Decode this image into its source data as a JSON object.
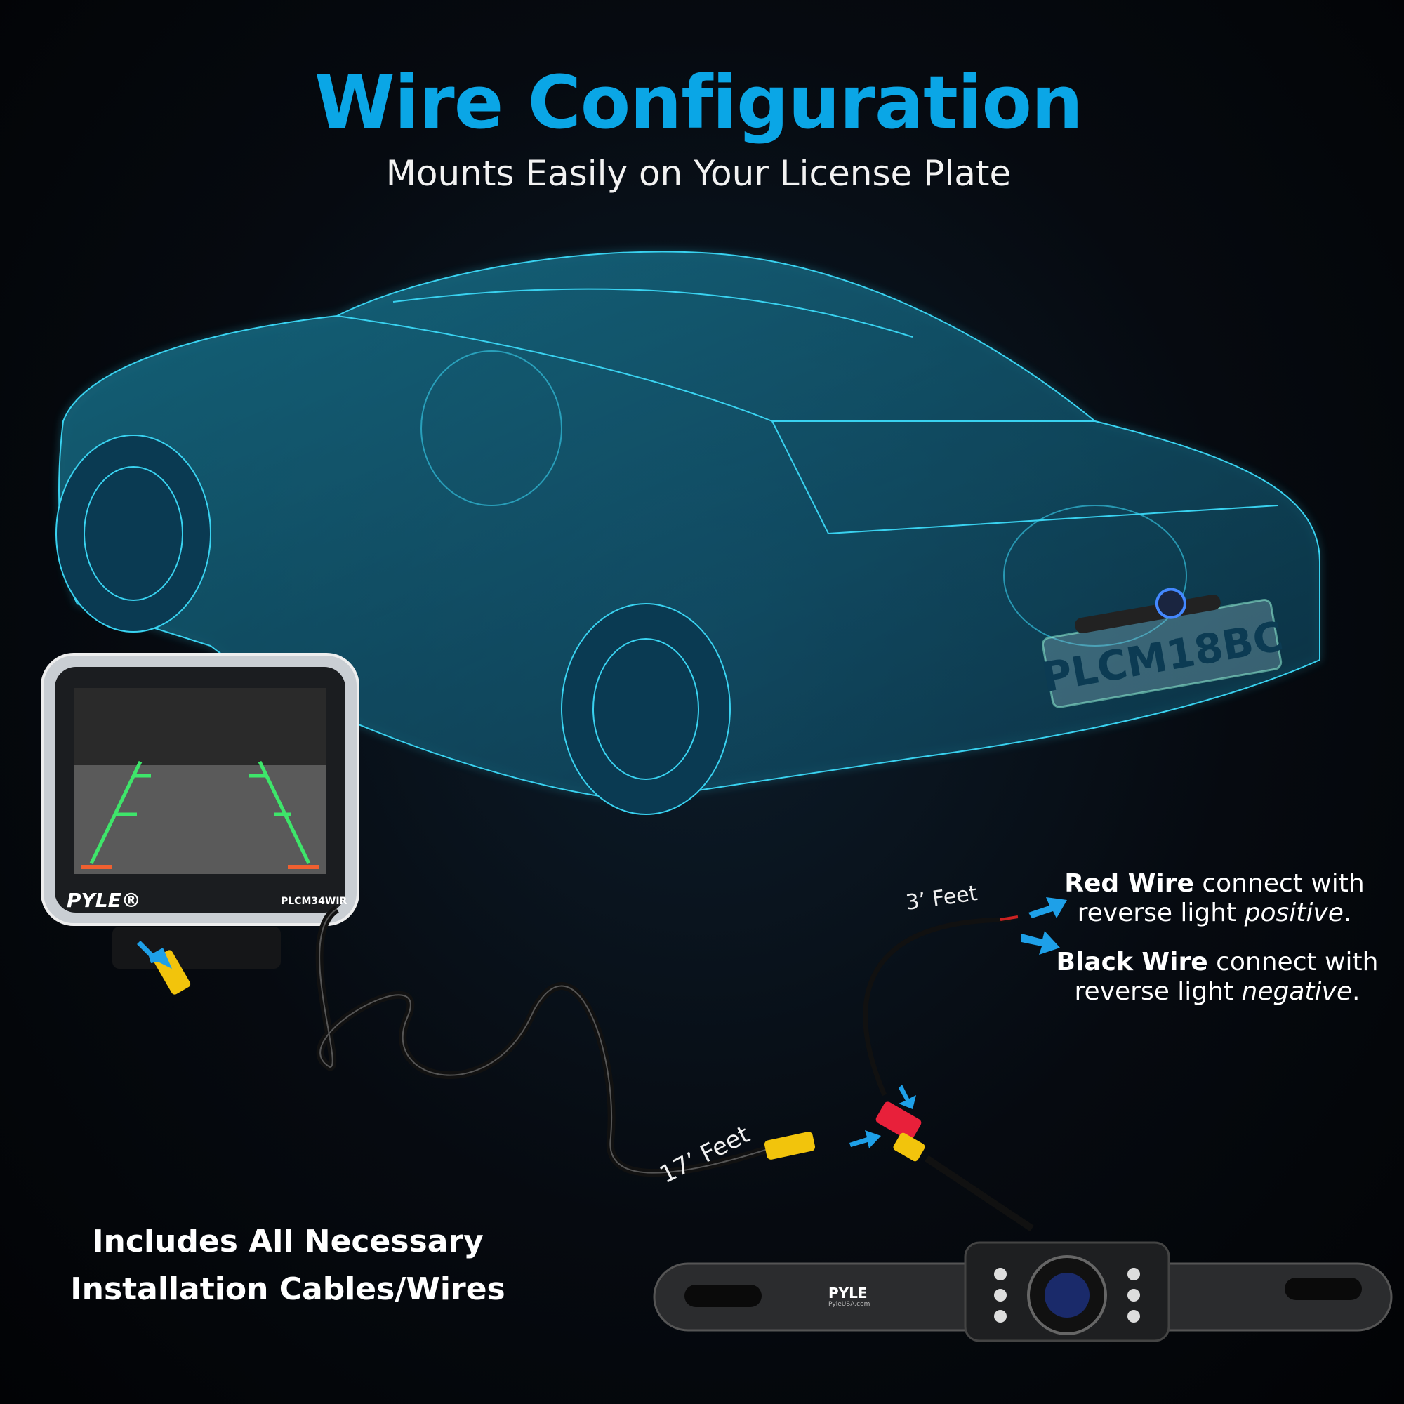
{
  "header": {
    "title": "Wire Configuration",
    "subtitle": "Mounts Easily on Your License Plate"
  },
  "car": {
    "plate_text": "PLCM18BC",
    "color": "#27c6e8"
  },
  "monitor": {
    "brand": "PYLE®",
    "model": "PLCM34WIR"
  },
  "cables": {
    "short_length": "3’ Feet",
    "long_length": "17’ Feet"
  },
  "notes": [
    {
      "bold": "Red Wire",
      "text": " connect with",
      "line2": "reverse light ",
      "emph": "positive",
      "end": "."
    },
    {
      "bold": "Black Wire",
      "text": " connect with",
      "line2": "reverse light ",
      "emph": "negative",
      "end": "."
    }
  ],
  "camera": {
    "brand": "PYLE",
    "site": "PyleUSA.com"
  },
  "footer": {
    "line1": "Includes All Necessary",
    "line2": "Installation Cables/Wires"
  },
  "colors": {
    "accent": "#0aa6e6",
    "arrow": "#1ea0e8",
    "rca_yellow": "#f2c40c",
    "rca_red": "#e8203a"
  }
}
